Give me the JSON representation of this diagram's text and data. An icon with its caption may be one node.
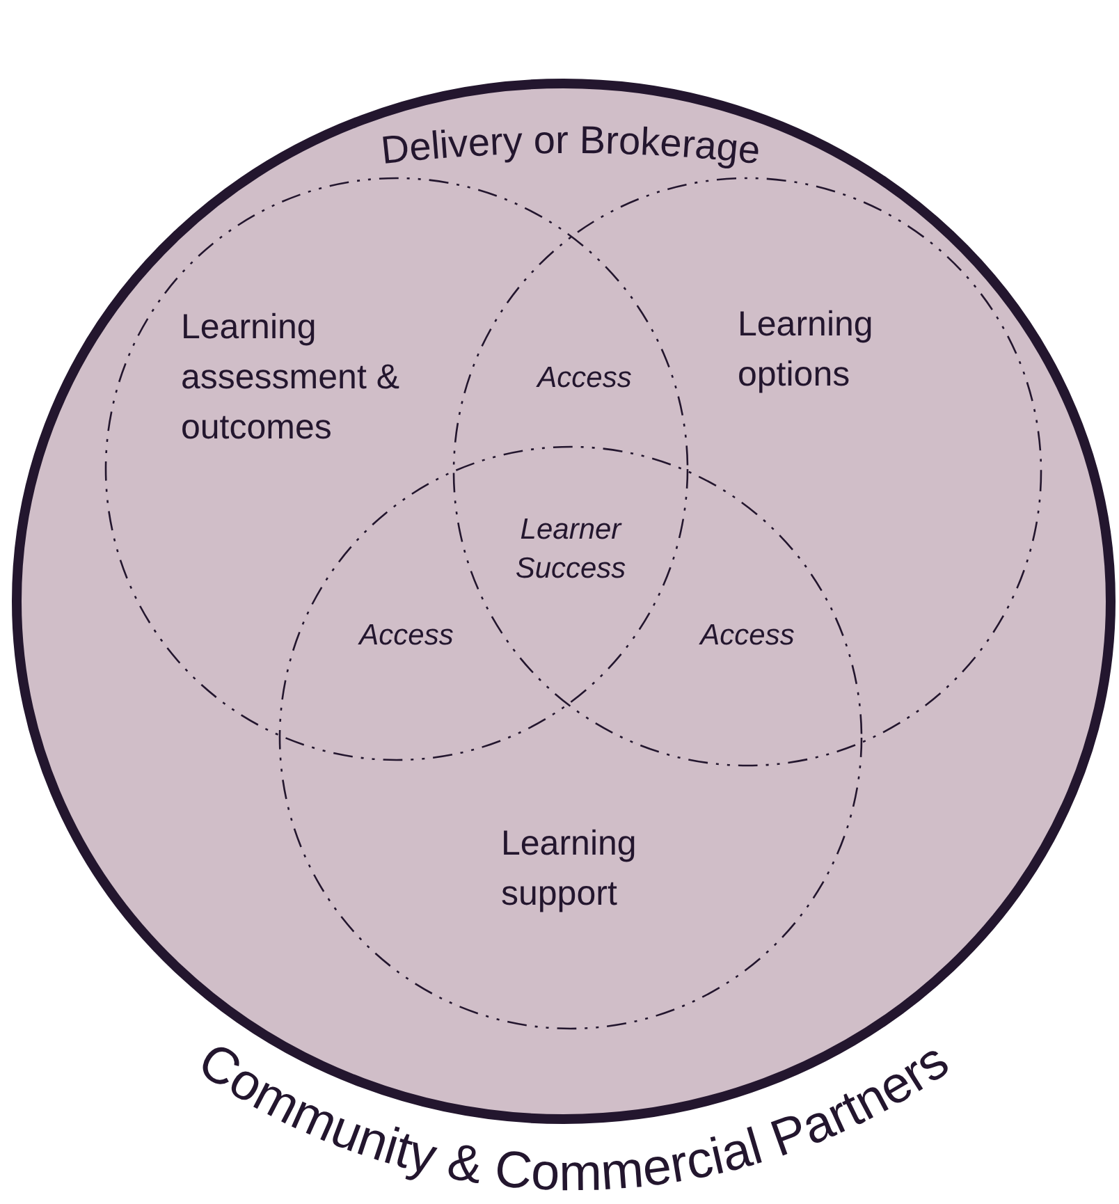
{
  "diagram": {
    "nodes": [
      {
        "text": [
          "Delivery or Brokerage",
          "Community & Commercial Partners"
        ]
      },
      {
        "text": [
          "Learning assessment & outcomes"
        ],
        "in": 0
      },
      {
        "text": [
          "Learning options"
        ],
        "in": 0
      },
      {
        "text": [
          "Learning support"
        ],
        "in": 0
      }
    ],
    "labels": [
      "Access",
      "Learner Success",
      "Access",
      "Access"
    ]
  }
}
